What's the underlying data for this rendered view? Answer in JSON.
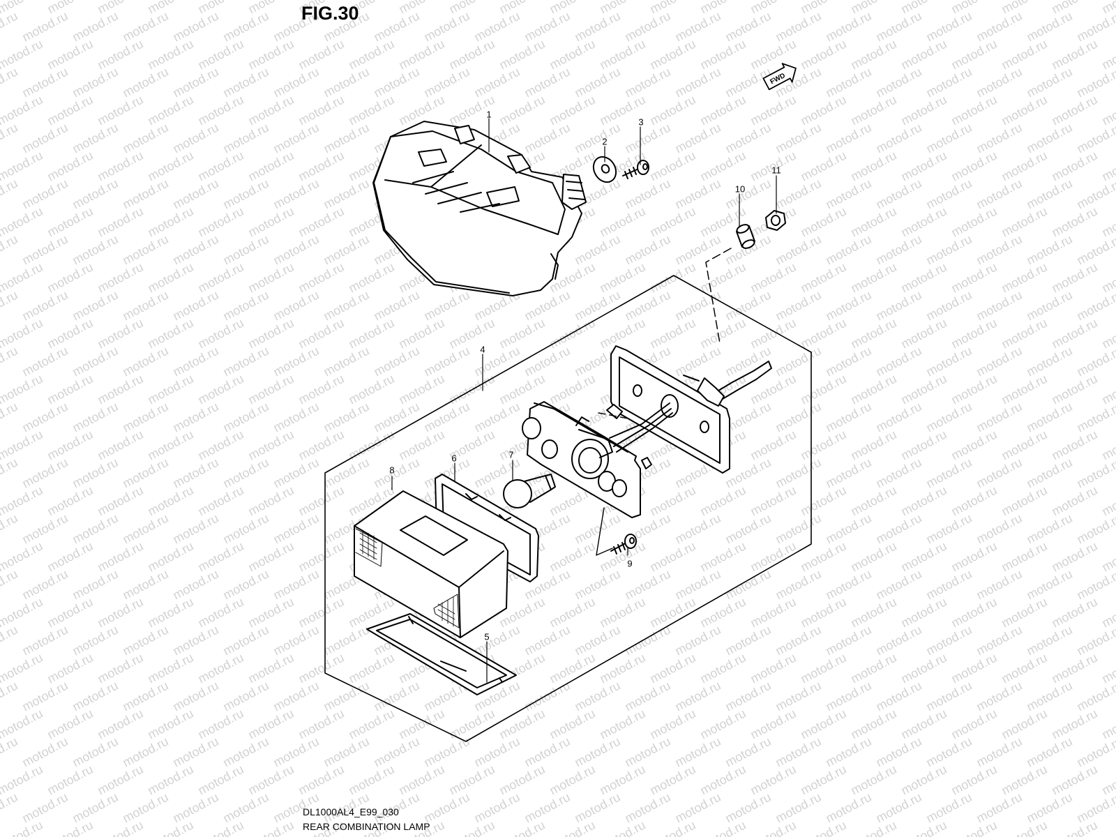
{
  "figure": {
    "title": "FIG.30"
  },
  "watermark": {
    "text": "motod.ru",
    "color": "#d2d2d2"
  },
  "direction_tag": "FWD",
  "parts": [
    "1",
    "2",
    "3",
    "4",
    "5",
    "6",
    "7",
    "8",
    "9",
    "10",
    "11"
  ],
  "caption": {
    "code": "DL1000AL4_E99_030",
    "name": "REAR COMBINATION LAMP"
  }
}
